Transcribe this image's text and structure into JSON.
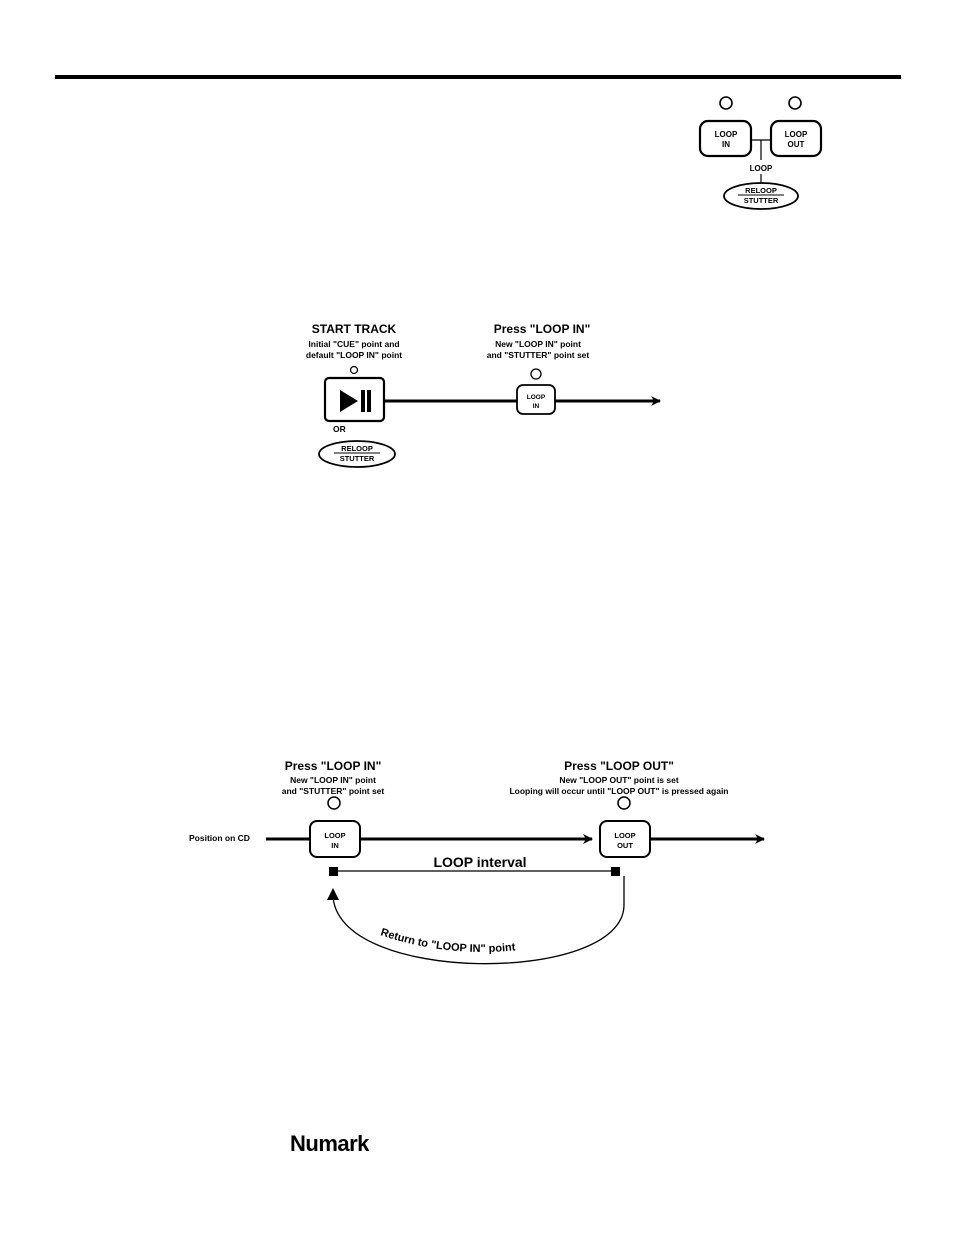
{
  "panel": {
    "loop_in_btn": [
      "LOOP",
      "IN"
    ],
    "loop_out_btn": [
      "LOOP",
      "OUT"
    ],
    "loop_label": "LOOP",
    "reloop_btn": [
      "RELOOP",
      "STUTTER"
    ]
  },
  "diagram1": {
    "start_title": "START TRACK",
    "start_sub1": "Initial \"CUE\" point and",
    "start_sub2": "default \"LOOP IN\" point",
    "press_title": "Press \"LOOP IN\"",
    "press_sub1": "New \"LOOP IN\" point",
    "press_sub2": "and \"STUTTER\" point set",
    "or_label": "OR",
    "play_icon": "play-pause-icon",
    "loop_in_btn": [
      "LOOP",
      "IN"
    ],
    "reloop_btn": [
      "RELOOP",
      "STUTTER"
    ]
  },
  "diagram2": {
    "in_title": "Press \"LOOP IN\"",
    "in_sub1": "New \"LOOP IN\" point",
    "in_sub2": "and \"STUTTER\" point set",
    "out_title": "Press \"LOOP OUT\"",
    "out_sub1": "New \"LOOP OUT\" point is set",
    "out_sub2": "Looping will occur until \"LOOP OUT\" is pressed again",
    "position_label": "Position on CD",
    "interval_label": "LOOP interval",
    "return_label": "Return to \"LOOP IN\" point",
    "loop_in_btn": [
      "LOOP",
      "IN"
    ],
    "loop_out_btn": [
      "LOOP",
      "OUT"
    ]
  },
  "footer": {
    "brand": "Numark"
  }
}
